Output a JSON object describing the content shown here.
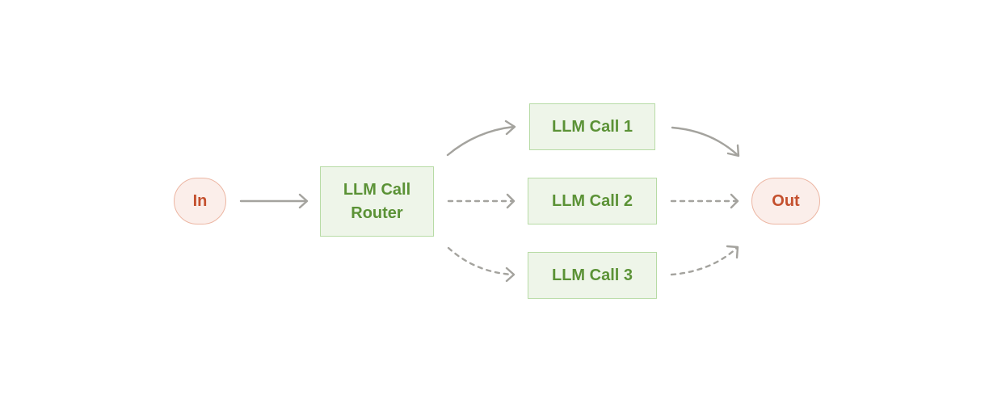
{
  "diagram": {
    "nodes": {
      "input": {
        "label": "In"
      },
      "router": {
        "line1": "LLM Call",
        "line2": "Router"
      },
      "call1": {
        "label": "LLM Call 1"
      },
      "call2": {
        "label": "LLM Call 2"
      },
      "call3": {
        "label": "LLM Call 3"
      },
      "output": {
        "label": "Out"
      }
    },
    "edges": [
      {
        "from": "input",
        "to": "router",
        "style": "solid"
      },
      {
        "from": "router",
        "to": "call1",
        "style": "solid"
      },
      {
        "from": "router",
        "to": "call2",
        "style": "dashed"
      },
      {
        "from": "router",
        "to": "call3",
        "style": "dashed"
      },
      {
        "from": "call1",
        "to": "output",
        "style": "solid"
      },
      {
        "from": "call2",
        "to": "output",
        "style": "dashed"
      },
      {
        "from": "call3",
        "to": "output",
        "style": "dashed"
      }
    ],
    "colors": {
      "terminal_fill": "#fbeeea",
      "terminal_border": "#ecb6a3",
      "terminal_text": "#c4502e",
      "llm_fill": "#eef5e9",
      "llm_border": "#b7dba5",
      "llm_text": "#5b9236",
      "edge": "#a4a39e"
    }
  }
}
